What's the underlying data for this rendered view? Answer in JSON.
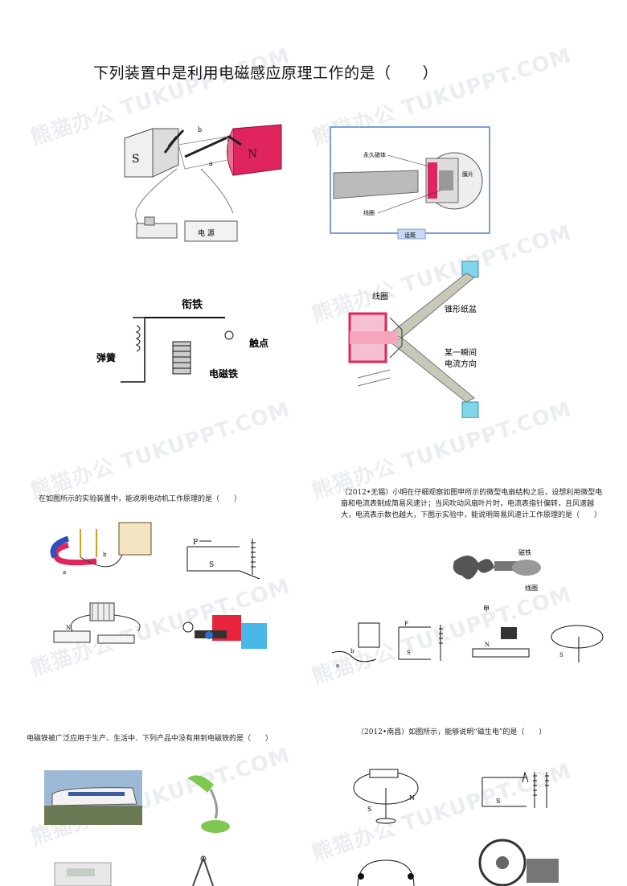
{
  "watermark": "熊猫办公 TUKUPPT.COM",
  "slide1": {
    "question": "下列装置中是利用电磁感应原理工作的是（　　）",
    "fig_a": {
      "S": "S",
      "N": "N",
      "meter": "电 源",
      "a": "a",
      "b": "b"
    },
    "fig_b": {
      "magnet": "永久磁体",
      "coil": "线圈",
      "diaphragm": "膜片",
      "caption": "话筒"
    },
    "fig_c": {
      "armature": "衔铁",
      "spring": "弹簧",
      "contact": "触点",
      "electromagnet": "电磁铁"
    },
    "fig_d": {
      "coil": "线圈",
      "cone": "锥形纸盆",
      "current": "某一瞬间",
      "current2": "电流方向"
    }
  },
  "slide2": {
    "left_question": "在如图所示的实验装置中，能说明电动机工作原理的是（　　）",
    "right_question": "（2012•无锡）小明在仔细观察如图甲所示的微型电扇结构之后，设想利用微型电扇和电流表制成简易风速计；当风吹动风扇叶片时，电流表指针偏转，且风速越大，电流表示数也越大，下图示实验中，能说明简易风速计工作原理的是（　　）",
    "fan_label_magnet": "磁铁",
    "fan_label_coil": "线圈",
    "fan_caption": "甲",
    "p_label": "P",
    "s_label": "S",
    "a_label": "a",
    "b_label": "b",
    "n_label": "N"
  },
  "slide3": {
    "left_question": "电磁铁被广泛应用于生产、生活中．下列产品中没有用到电磁铁的是（　　）",
    "right_question": "（2012•南昌）如图所示，能够说明“磁生电”的是（　　）",
    "s_label": "S",
    "n_label": "N"
  },
  "colors": {
    "magnet_red": "#e0245e",
    "magnet_gray": "#d8d8d8",
    "frame_blue": "#7aa0d8",
    "cyan": "#7fd6e8",
    "green": "#7ec850"
  }
}
